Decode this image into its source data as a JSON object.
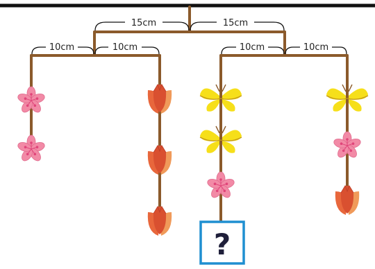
{
  "measurements": {
    "top_left": "15cm",
    "top_right": "15cm",
    "left_left": "10cm",
    "left_right": "10cm",
    "right_left": "10cm",
    "right_right": "10cm"
  },
  "unknown_box": {
    "label": "?"
  },
  "colors": {
    "rod": "#8b5a2b",
    "ceiling": "#111111",
    "sakura_fill": "#f28aa6",
    "sakura_center": "#e0457a",
    "tulip_fill": "#e8673c",
    "tulip_shade": "#f09a5a",
    "butterfly_fill": "#f6df1a",
    "butterfly_line": "#c49a18",
    "question_blue": "#1f8fd1"
  },
  "strings": {
    "far_left": [
      "sakura",
      "sakura"
    ],
    "left": [
      "tulip",
      "tulip",
      "tulip"
    ],
    "right": [
      "butterfly",
      "butterfly",
      "sakura",
      "unknown"
    ],
    "far_right": [
      "butterfly",
      "sakura",
      "tulip"
    ]
  }
}
